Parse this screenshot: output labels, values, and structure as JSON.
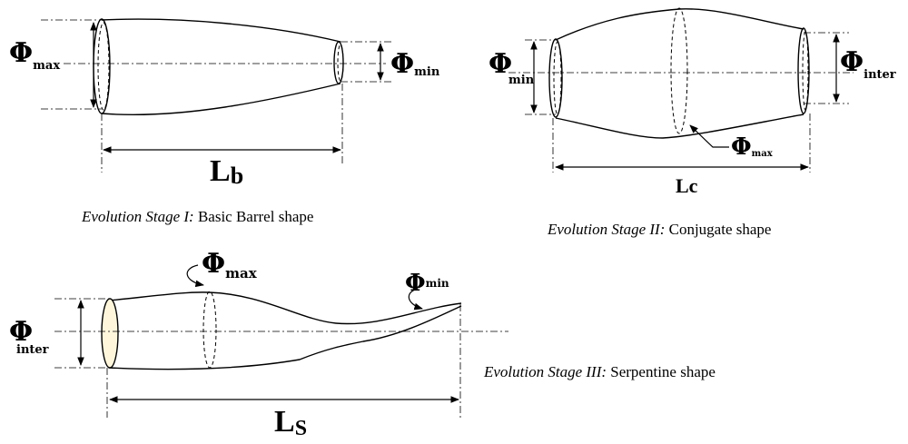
{
  "stage1": {
    "phi_max": {
      "symbol": "Φ",
      "sub": "max"
    },
    "phi_min": {
      "symbol": "Φ",
      "sub": "min"
    },
    "length": {
      "main": "L",
      "sub": "b"
    },
    "caption": {
      "italic": "Evolution Stage I:",
      "text": " Basic Barrel shape"
    }
  },
  "stage2": {
    "phi_min": {
      "symbol": "Φ",
      "sub": "min"
    },
    "phi_inter": {
      "symbol": "Φ",
      "sub": "inter"
    },
    "phi_max": {
      "symbol": "Φ",
      "sub": "max"
    },
    "length": {
      "text": "Lc"
    },
    "caption": {
      "italic": "Evolution Stage II:",
      "text": " Conjugate shape"
    }
  },
  "stage3": {
    "phi_inter": {
      "symbol": "Φ",
      "sub": "inter"
    },
    "phi_max": {
      "symbol": "Φ",
      "sub": "max"
    },
    "phi_min": {
      "symbol": "Φ",
      "sub": "min"
    },
    "length": {
      "main": "L",
      "sub": "S"
    },
    "caption": {
      "italic": "Evolution Stage III:",
      "text": " Serpentine shape"
    }
  },
  "colors": {
    "inlet_fill": "#fff6dc",
    "line": "#000000"
  }
}
